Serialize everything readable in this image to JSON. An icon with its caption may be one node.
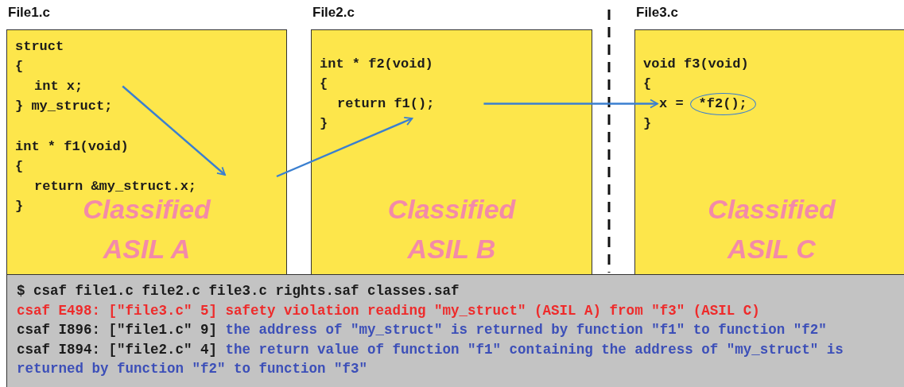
{
  "diagram": {
    "nodes": [
      {
        "text": [
          "File1.c",
          "Classified ASIL A"
        ]
      },
      {
        "text": [
          "struct",
          "{",
          "int x;",
          "} my_struct;",
          "int * f1(void)",
          "{",
          "return &my_struct.x;",
          "}"
        ],
        "in": 0
      },
      {
        "text": [
          "File2.c",
          "Classified ASIL B"
        ]
      },
      {
        "text": [
          "int * f2(void)",
          "{",
          "return f1();",
          "}"
        ],
        "in": 2
      },
      {
        "text": [
          "File3.c",
          "Classified ASIL C"
        ]
      },
      {
        "text": [
          "void f3(void)",
          "{",
          "x =",
          "}"
        ],
        "in": 4
      },
      {
        "text": [
          "*f2();"
        ],
        "in": 5
      },
      {
        "text": [
          "$ csaf file1.c file2.c file3.c rights.saf classes.saf",
          "csaf E498: [\"file3.c\" 5] safety violation reading \"my_struct\" (ASIL A) from \"f3\" (ASIL C)",
          "csaf I896: [\"file1.c\" 9]",
          "the address of \"my_struct\" is returned by function \"f1\" to function \"f2\"",
          "csaf I894: [\"file2.c\" 4]",
          "the return value of function \"f1\" containing the address of \"my_struct\" is returned by function \"f2\" to function \"f3\""
        ]
      }
    ],
    "edges": [
      {
        "from": 1,
        "to": null,
        "arrow": "to"
      },
      {
        "from": 0,
        "to": 3,
        "arrow": "to"
      },
      {
        "from": 3,
        "to": 5,
        "arrow": "to"
      }
    ]
  }
}
